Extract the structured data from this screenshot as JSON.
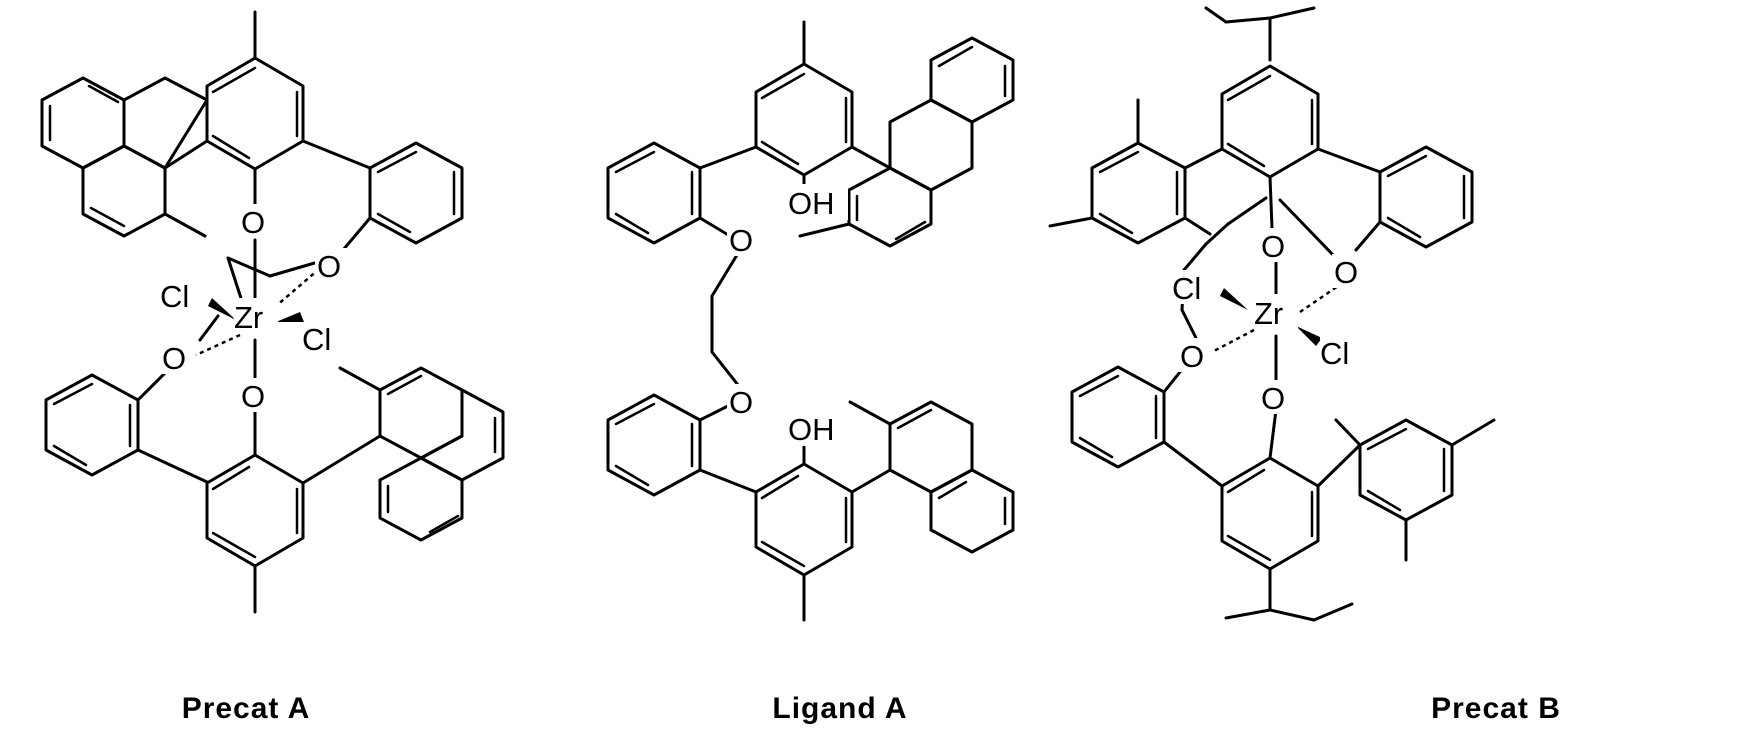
{
  "structures": [
    {
      "name": "precat-a",
      "caption": "Precat A",
      "atoms": {
        "o_top": "O",
        "o_mid_right": "O",
        "o_mid_left": "O",
        "o_bottom": "O",
        "cl_left": "Cl",
        "metal": "Zr",
        "cl_right": "Cl"
      }
    },
    {
      "name": "ligand-a",
      "caption": "Ligand A",
      "atoms": {
        "oh_top": "OH",
        "o_ether_top": "O",
        "o_ether_bottom": "O",
        "oh_bottom": "OH"
      }
    },
    {
      "name": "precat-b",
      "caption": "Precat B",
      "atoms": {
        "o_top": "O",
        "o_mid_right": "O",
        "o_mid_left": "O",
        "o_bottom": "O",
        "cl_left": "Cl",
        "metal": "Zr",
        "cl_right": "Cl"
      }
    }
  ]
}
